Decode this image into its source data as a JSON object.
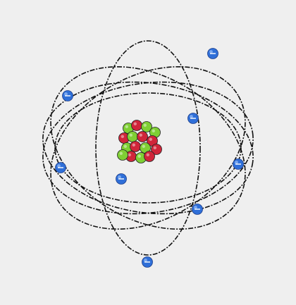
{
  "diagram": {
    "type": "bohr-atom-illustration",
    "electron_count": 8,
    "orbit_count": 6,
    "electron_symbol": "−",
    "nucleus": {
      "proton_count": 8,
      "neutron_count": 8
    }
  },
  "colors": {
    "background": "#efefef",
    "orbit_stroke": "#111111",
    "electron": "#2f6fd8",
    "electron_highlight": "#8fb6f5",
    "proton": "#d0253a",
    "neutron": "#7fcf34"
  }
}
